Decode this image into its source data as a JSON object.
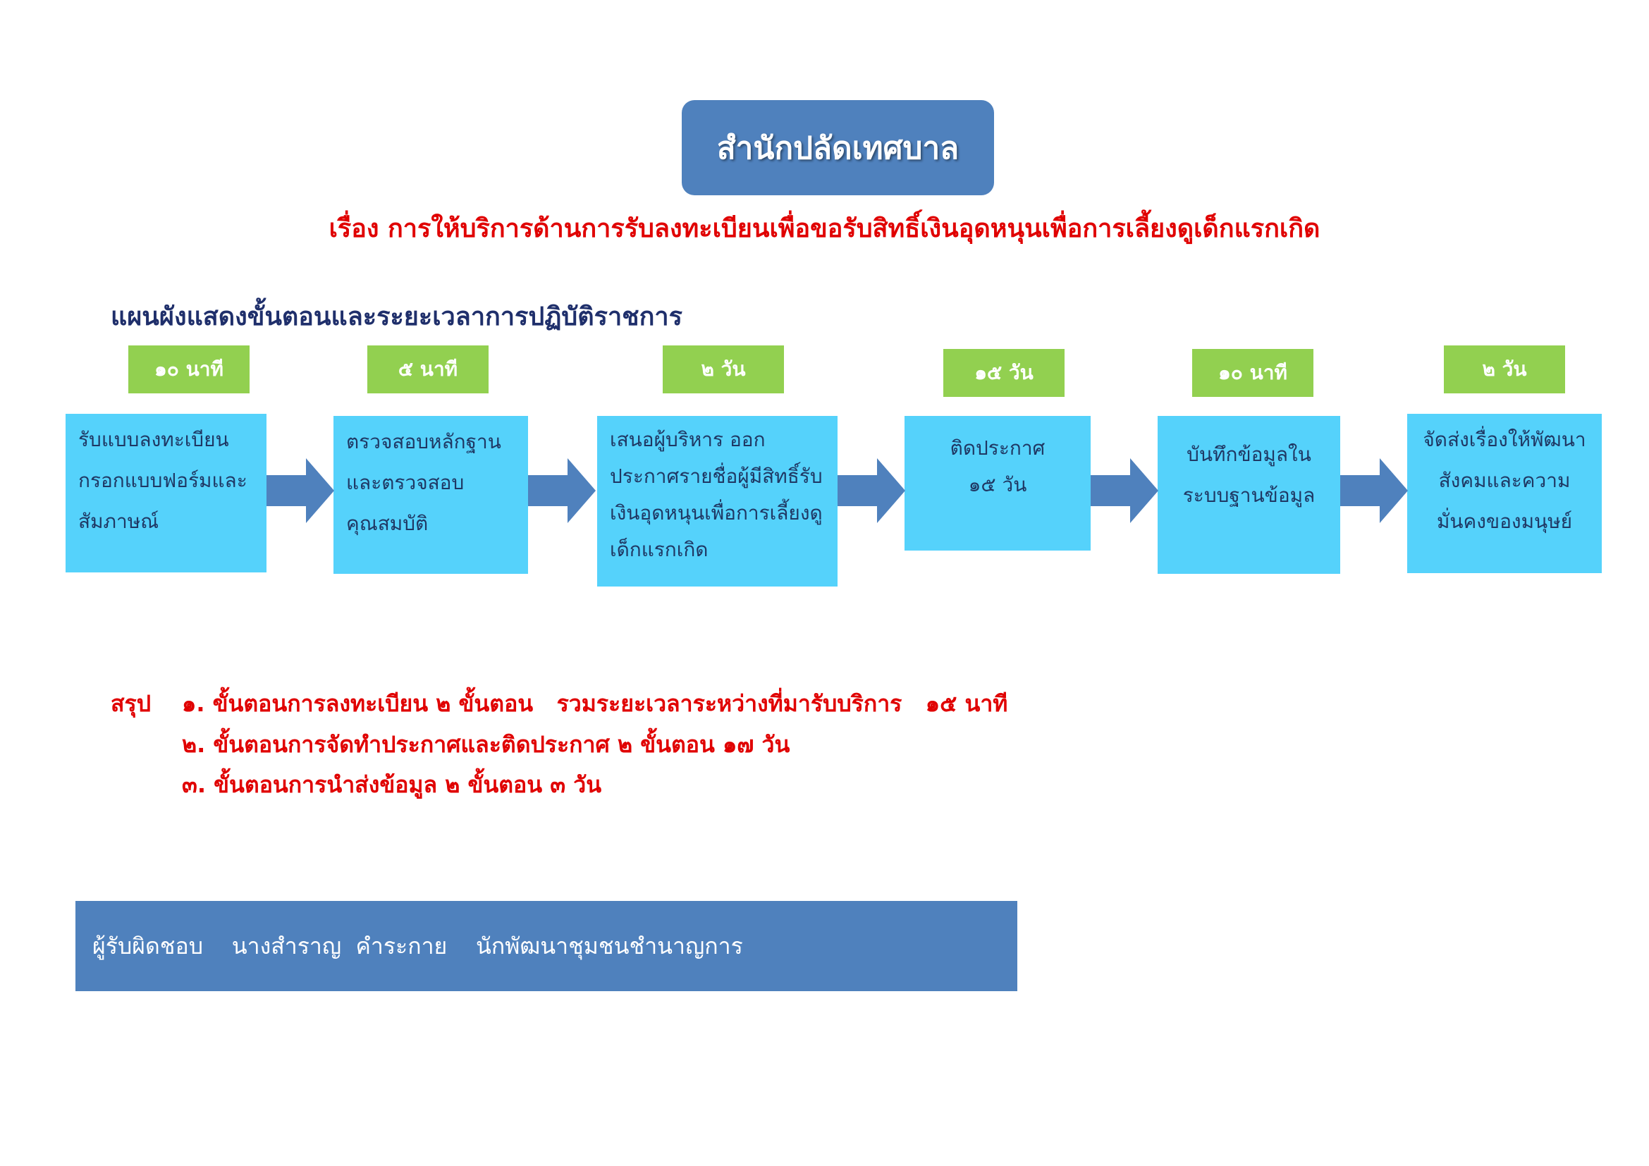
{
  "office_title": "สำนักปลัดเทศบาล",
  "subject": "เรื่อง การให้บริการด้านการรับลงทะเบียนเพื่อขอรับสิทธิ์เงินอุดหนุนเพื่อการเลี้ยงดูเด็กแรกเกิด",
  "flow_heading": "แผนผังแสดงขั้นตอนและระยะเวลาการปฏิบัติราชการ",
  "steps": [
    {
      "time": "๑๐ นาที",
      "lines": [
        "รับแบบลงทะเบียน",
        "กรอกแบบฟอร์มและ",
        "สัมภาษณ์"
      ]
    },
    {
      "time": "๕ นาที",
      "lines": [
        "ตรวจสอบหลักฐาน",
        "และตรวจสอบ",
        "คุณสมบัติ"
      ]
    },
    {
      "time": "๒ วัน",
      "lines": [
        "เสนอผู้บริหาร ออก",
        "ประกาศรายชื่อผู้มีสิทธิ์รับ",
        "เงินอุดหนุนเพื่อการเลี้ยงดู",
        "เด็กแรกเกิด"
      ]
    },
    {
      "time": "๑๕ วัน",
      "lines": [
        "ติดประกาศ",
        "๑๕ วัน"
      ]
    },
    {
      "time": "๑๐ นาที",
      "lines": [
        "บันทึกข้อมูลใน",
        "ระบบฐานข้อมูล"
      ]
    },
    {
      "time": "๒ วัน",
      "lines": [
        "จัดส่งเรื่องให้พัฒนา",
        "สังคมและความ",
        "มั่นคงของมนุษย์"
      ]
    }
  ],
  "summary": {
    "label": "สรุป",
    "line1": "๑. ขั้นตอนการลงทะเบียน ๒ ขั้นตอน   รวมระยะเวลาระหว่างที่มารับบริการ   ๑๕ นาที",
    "line2": "๒. ขั้นตอนการจัดทำประกาศและติดประกาศ ๒ ขั้นตอน ๑๗ วัน",
    "line3": "๓. ขั้นตอนการนำส่งข้อมูล ๒ ขั้นตอน ๓ วัน"
  },
  "responsible": "ผู้รับผิดชอบ    นางสำราญ  คำระกาย    นักพัฒนาชุมชนชำนาญการ",
  "colors": {
    "title_box": "#4f81bd",
    "time_box": "#92d050",
    "step_box": "#55d2fb",
    "arrow": "#4f81bd",
    "summary_text": "#e00000",
    "heading_text": "#1f2f6b"
  }
}
